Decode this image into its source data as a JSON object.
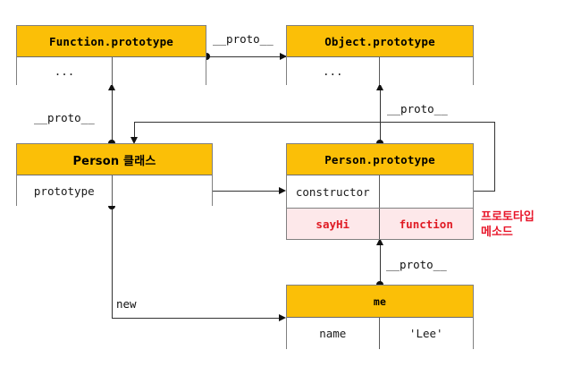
{
  "diagram": {
    "title": "JavaScript prototype chain diagram",
    "colors": {
      "header_fill": "#fbbf07",
      "proto_row_fill": "#fde8ea",
      "proto_row_text": "#e01b24",
      "note_text": "#e8162a",
      "line": "#333333",
      "box_border": "#808080"
    },
    "boxes": {
      "function_prototype": {
        "header": "Function.prototype",
        "rows": [
          {
            "left": "...",
            "right": ""
          }
        ]
      },
      "object_prototype": {
        "header": "Object.prototype",
        "rows": [
          {
            "left": "...",
            "right": ""
          }
        ]
      },
      "person_class": {
        "header": "Person 클래스",
        "rows": [
          {
            "left": "prototype",
            "right": ""
          }
        ]
      },
      "person_prototype": {
        "header": "Person.prototype",
        "rows": [
          {
            "left": "constructor",
            "right": ""
          },
          {
            "left": "sayHi",
            "right": "function"
          }
        ]
      },
      "me": {
        "header": "me",
        "rows": [
          {
            "left": "name",
            "right": "'Lee'"
          }
        ]
      }
    },
    "edge_labels": {
      "function_to_object": "__proto__",
      "person_class_to_function": "__proto__",
      "person_prototype_to_object": "__proto__",
      "me_to_person_prototype": "__proto__",
      "person_class_new_me": "new"
    },
    "notes": {
      "prototype_method": "프로토타입\n메소드"
    }
  }
}
